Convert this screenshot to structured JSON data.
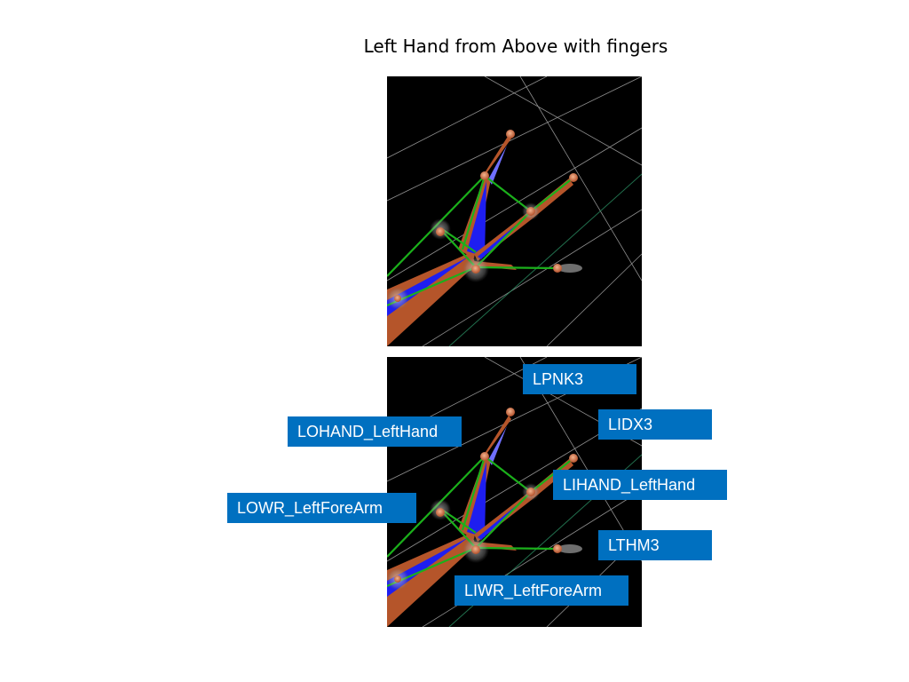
{
  "slide": {
    "title": "Left Hand from Above with fingers"
  },
  "panels": [
    {
      "name": "hand-view-plain"
    },
    {
      "name": "hand-view-labeled"
    }
  ],
  "labels": {
    "lpnk3": "LPNK3",
    "lidx3": "LIDX3",
    "lohand": "LOHAND_LeftHand",
    "lihand": "LIHAND_LeftHand",
    "lowr": "LOWR_LeftForeArm",
    "lthm3": "LTHM3",
    "liwr": "LIWR_LeftForeArm"
  },
  "colors": {
    "background": "#000000",
    "grid": "#bfbfbf",
    "grid_green": "#2a8a60",
    "bone": "#b5552a",
    "bone_core": "#1e1ef0",
    "link": "#1bb01b",
    "marker": "#d97a50",
    "callout": "#0070c0"
  }
}
